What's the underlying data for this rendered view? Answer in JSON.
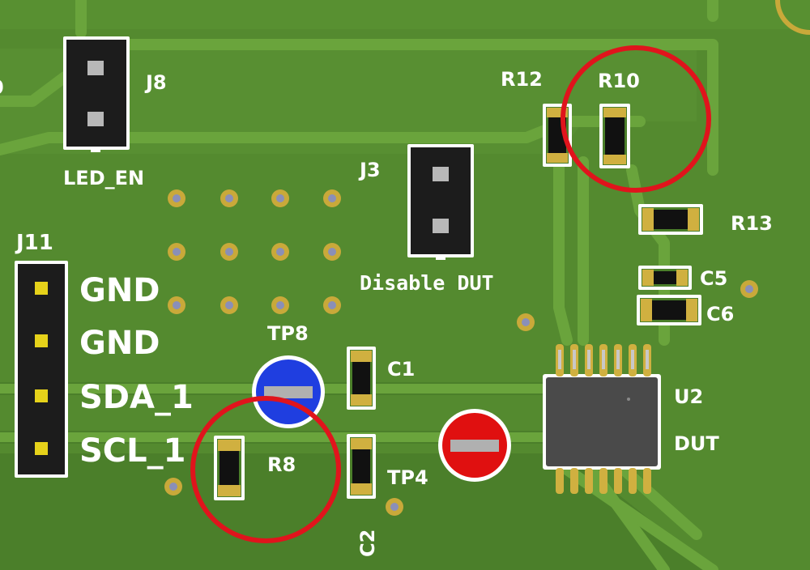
{
  "board": {
    "colors": {
      "soldermask": "#4b7f2a",
      "copper_pour": "#5a9233",
      "trace": "#6aa43c",
      "silkscreen": "#ffffff",
      "pad": "#c9a93a",
      "highlight_circle": "#e0141c",
      "tp8": "#1f3ee0",
      "tp4": "#e01010"
    },
    "labels": {
      "j8": "J8",
      "led_en": "LED_EN",
      "j3": "J3",
      "disable_dut": "Disable DUT",
      "j11": "J11",
      "gnd_1": "GND",
      "gnd_2": "GND",
      "sda": "SDA_1",
      "scl": "SCL_1",
      "tp8": "TP8",
      "tp4": "TP4",
      "c1": "C1",
      "c2": "C2",
      "r8": "R8",
      "r10": "R10",
      "r12": "R12",
      "r13": "R13",
      "c5": "C5",
      "c6": "C6",
      "u2": "U2",
      "dut": "DUT"
    }
  }
}
